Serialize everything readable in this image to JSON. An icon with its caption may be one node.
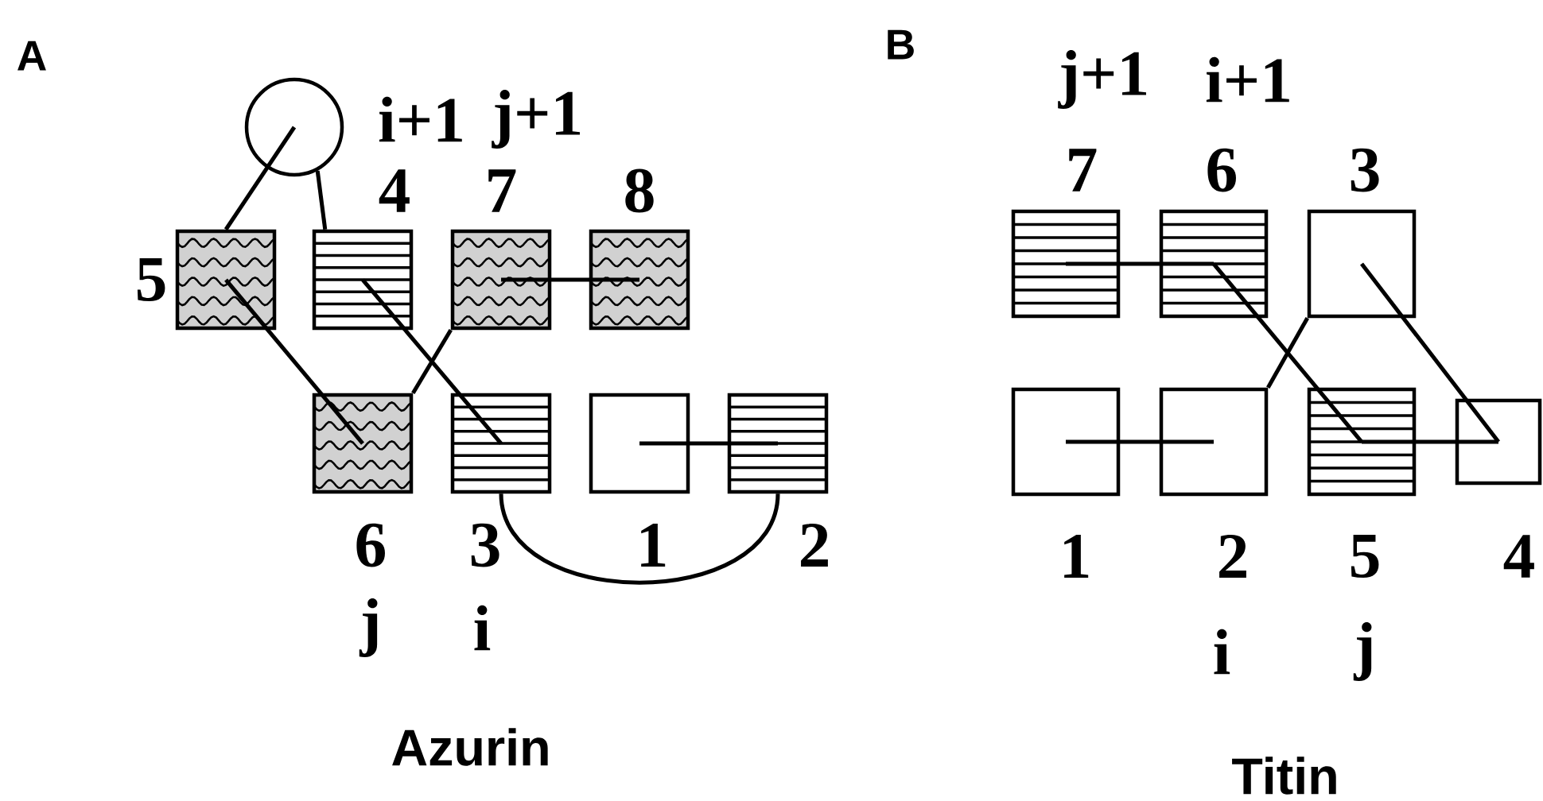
{
  "diagram": {
    "nodes": [
      {
        "text": [],
        "shape": "circle"
      },
      {
        "text": [],
        "shape": "box",
        "beside": [
          "5"
        ]
      },
      {
        "text": [],
        "shape": "box",
        "beside": [
          "i+1",
          "4"
        ]
      },
      {
        "text": [],
        "shape": "box",
        "beside": [
          "j+1",
          "7"
        ]
      },
      {
        "text": [],
        "shape": "box",
        "beside": [
          "8"
        ]
      },
      {
        "text": [],
        "shape": "box",
        "beside": [
          "6",
          "j"
        ]
      },
      {
        "text": [],
        "shape": "box",
        "beside": [
          "3",
          "i"
        ]
      },
      {
        "text": [],
        "shape": "box",
        "beside": [
          "1"
        ]
      },
      {
        "text": [],
        "shape": "box",
        "beside": [
          "2"
        ]
      },
      {
        "text": [],
        "shape": "box",
        "beside": [
          "7"
        ]
      },
      {
        "text": [],
        "shape": "box",
        "beside": [
          "j+1",
          "6"
        ]
      },
      {
        "text": [],
        "shape": "box",
        "beside": [
          "i+1",
          "3"
        ]
      },
      {
        "text": [],
        "shape": "box",
        "beside": [
          "1"
        ]
      },
      {
        "text": [],
        "shape": "box",
        "beside": [
          "2",
          "i"
        ]
      },
      {
        "text": [],
        "shape": "box",
        "beside": [
          "5",
          "j"
        ]
      },
      {
        "text": [],
        "shape": "box",
        "beside": [
          "4"
        ]
      }
    ],
    "edges": [
      {
        "from": 0,
        "to": 1,
        "arrow": "none"
      },
      {
        "from": 0,
        "to": 2,
        "arrow": "none"
      },
      {
        "from": 1,
        "to": 5,
        "arrow": "none"
      },
      {
        "from": 2,
        "to": 6,
        "arrow": "none"
      },
      {
        "from": 5,
        "to": 3,
        "arrow": "none"
      },
      {
        "from": 3,
        "to": 4,
        "arrow": "none"
      },
      {
        "from": 7,
        "to": 8,
        "arrow": "none"
      },
      {
        "from": 6,
        "to": 8,
        "arrow": "none"
      },
      {
        "from": 9,
        "to": 10,
        "arrow": "none"
      },
      {
        "from": 10,
        "to": 14,
        "arrow": "none"
      },
      {
        "from": 11,
        "to": 15,
        "arrow": "none"
      },
      {
        "from": 13,
        "to": 11,
        "arrow": "none"
      },
      {
        "from": 12,
        "to": 13,
        "arrow": "none"
      },
      {
        "from": 14,
        "to": 15,
        "arrow": "none"
      }
    ],
    "labels": [
      "A",
      "Azurin",
      "B",
      "Titin"
    ]
  }
}
